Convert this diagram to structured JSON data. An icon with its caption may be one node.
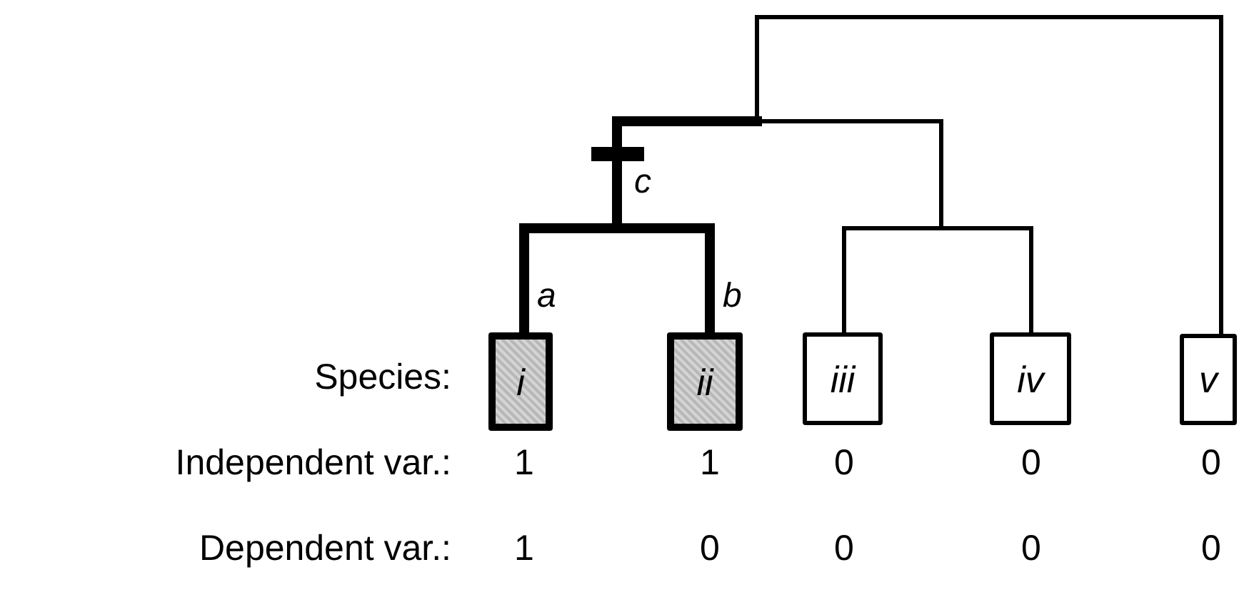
{
  "diagram": {
    "nodes": [
      {
        "text": [
          "i"
        ]
      },
      {
        "text": [
          "ii"
        ]
      },
      {
        "text": [
          "iii"
        ]
      },
      {
        "text": [
          "iv"
        ]
      },
      {
        "text": [
          "v"
        ]
      }
    ],
    "labels": [
      "c",
      "a",
      "b",
      "Species:",
      "Independent var.:",
      "1",
      "1",
      "0",
      "0",
      "0",
      "Dependent var.:",
      "1",
      "0",
      "0",
      "0",
      "0"
    ]
  }
}
